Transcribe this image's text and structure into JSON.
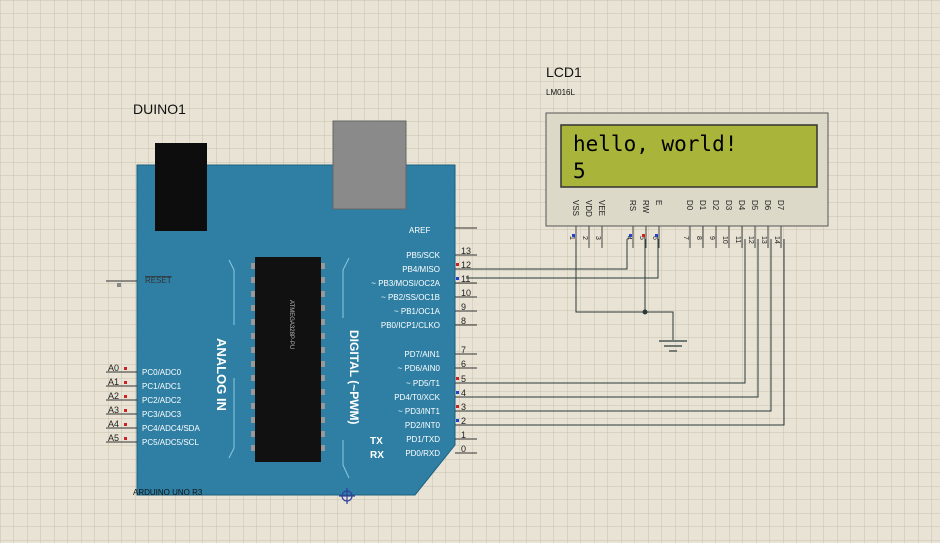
{
  "arduino": {
    "ref": "DUINO1",
    "part": "ARDUINO UNO R3",
    "reset_label": "RESET",
    "aref_label": "AREF",
    "analog_label": "ANALOG IN",
    "digital_label": "DIGITAL (~PWM)",
    "tx_label": "TX",
    "rx_label": "RX",
    "chip_text": "ATMEGA328P-PU",
    "colors": {
      "board": "#2e7fa3",
      "chip": "#111111"
    },
    "analog_pins": [
      {
        "num": "A0",
        "name": "PC0/ADC0"
      },
      {
        "num": "A1",
        "name": "PC1/ADC1"
      },
      {
        "num": "A2",
        "name": "PC2/ADC2"
      },
      {
        "num": "A3",
        "name": "PC3/ADC3"
      },
      {
        "num": "A4",
        "name": "PC4/ADC4/SDA"
      },
      {
        "num": "A5",
        "name": "PC5/ADC5/SCL"
      }
    ],
    "digital_top": [
      {
        "num": "13",
        "name": "PB5/SCK"
      },
      {
        "num": "12",
        "name": "PB4/MISO"
      },
      {
        "num": "11",
        "name": "~ PB3/MOSI/OC2A"
      },
      {
        "num": "10",
        "name": "~ PB2/SS/OC1B"
      },
      {
        "num": "9",
        "name": "~ PB1/OC1A"
      },
      {
        "num": "8",
        "name": "PB0/ICP1/CLKO"
      }
    ],
    "digital_bottom": [
      {
        "num": "7",
        "name": "PD7/AIN1"
      },
      {
        "num": "6",
        "name": "~ PD6/AIN0"
      },
      {
        "num": "5",
        "name": "~ PD5/T1"
      },
      {
        "num": "4",
        "name": "PD4/T0/XCK"
      },
      {
        "num": "3",
        "name": "~ PD3/INT1"
      },
      {
        "num": "2",
        "name": "PD2/INT0"
      },
      {
        "num": "1",
        "name": "PD1/TXD"
      },
      {
        "num": "0",
        "name": "PD0/RXD"
      }
    ]
  },
  "lcd": {
    "ref": "LCD1",
    "part": "LM016L",
    "line1": "hello, world!",
    "line2": "5",
    "colors": {
      "screen": "#a8b43a",
      "bezel": "#ddd9c8"
    },
    "pins": [
      {
        "name": "VSS",
        "num": "1"
      },
      {
        "name": "VDD",
        "num": "2"
      },
      {
        "name": "VEE",
        "num": "3"
      },
      {
        "name": "RS",
        "num": "4"
      },
      {
        "name": "RW",
        "num": "5"
      },
      {
        "name": "E",
        "num": "6"
      },
      {
        "name": "D0",
        "num": "7"
      },
      {
        "name": "D1",
        "num": "8"
      },
      {
        "name": "D2",
        "num": "9"
      },
      {
        "name": "D3",
        "num": "10"
      },
      {
        "name": "D4",
        "num": "11"
      },
      {
        "name": "D5",
        "num": "12"
      },
      {
        "name": "D6",
        "num": "13"
      },
      {
        "name": "D7",
        "num": "14"
      }
    ]
  }
}
